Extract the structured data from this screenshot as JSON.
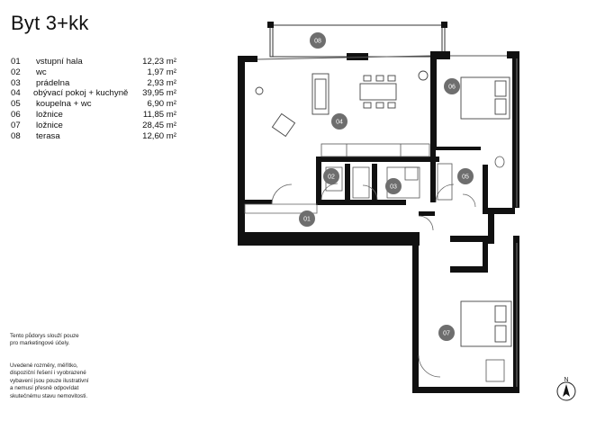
{
  "title": "Byt 3+kk",
  "rooms": [
    {
      "num": "01",
      "name": "vstupní hala",
      "area": "12,23 m²"
    },
    {
      "num": "02",
      "name": "wc",
      "area": "1,97 m²"
    },
    {
      "num": "03",
      "name": "prádelna",
      "area": "2,93 m²"
    },
    {
      "num": "04",
      "name": "obývací pokoj + kuchyně",
      "area": "39,95 m²"
    },
    {
      "num": "05",
      "name": "koupelna + wc",
      "area": "6,90 m²"
    },
    {
      "num": "06",
      "name": "ložnice",
      "area": "11,85 m²"
    },
    {
      "num": "07",
      "name": "ložnice",
      "area": "28,45 m²"
    },
    {
      "num": "08",
      "name": "terasa",
      "area": "12,60 m²"
    }
  ],
  "notes": {
    "note1_line1": "Tento půdorys slouží pouze",
    "note1_line2": "pro marketingové účely.",
    "note2_line1": "Uvedené rozměry, měřítko,",
    "note2_line2": "dispoziční řešení i vyobrazené",
    "note2_line3": "vybavení jsou pouze ilustrativní",
    "note2_line4": "a nemusí přesně odpovídat",
    "note2_line5": "skutečnému stavu nemovitosti."
  },
  "plan_labels": {
    "b01": "01",
    "b02": "02",
    "b03": "03",
    "b04": "04",
    "b05": "05",
    "b06": "06",
    "b07": "07",
    "b08": "08"
  },
  "compass_label": "N",
  "colors": {
    "wall": "#111111",
    "badge": "#6e6e6e",
    "line": "#444444"
  }
}
